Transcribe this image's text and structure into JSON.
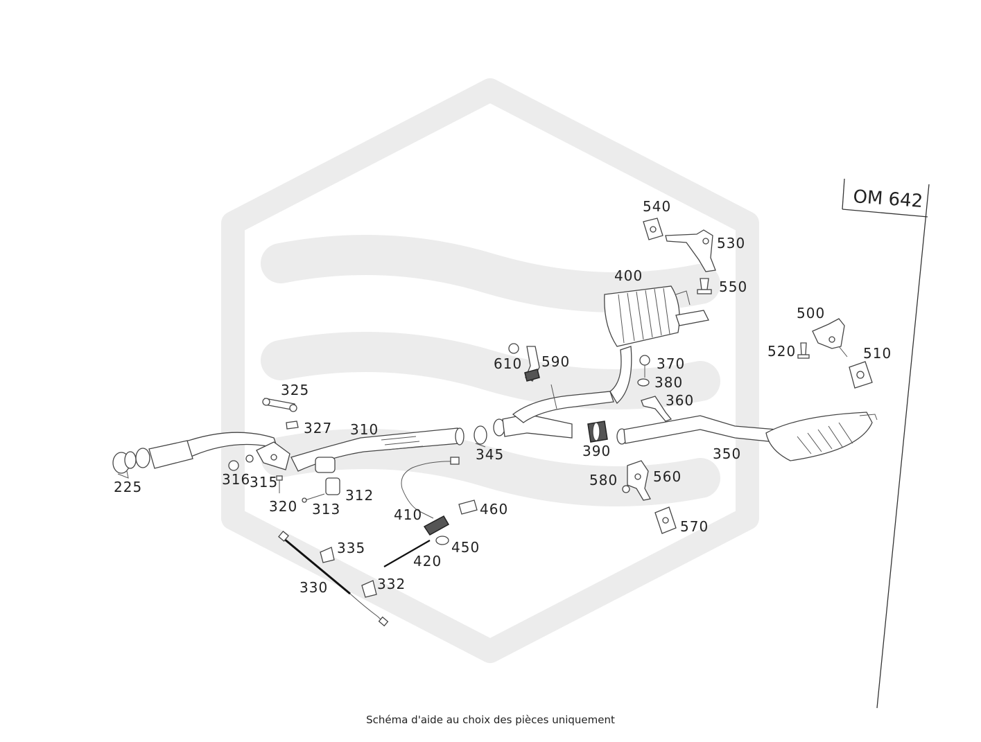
{
  "engine_label": "OM 642",
  "caption": "Schéma d'aide au choix des pièces uniquement",
  "part_numbers": {
    "p225": "225",
    "p310": "310",
    "p312": "312",
    "p313": "313",
    "p315": "315",
    "p316": "316",
    "p320": "320",
    "p325": "325",
    "p327": "327",
    "p330": "330",
    "p332": "332",
    "p335": "335",
    "p345": "345",
    "p350": "350",
    "p360": "360",
    "p370": "370",
    "p380": "380",
    "p390": "390",
    "p400": "400",
    "p410": "410",
    "p420": "420",
    "p450": "450",
    "p460": "460",
    "p500": "500",
    "p510": "510",
    "p520": "520",
    "p530": "530",
    "p540": "540",
    "p550": "550",
    "p560": "560",
    "p570": "570",
    "p580": "580",
    "p590": "590",
    "p610": "610"
  },
  "colors": {
    "watermark": "#ececec",
    "line": "#444444",
    "text": "#222222"
  }
}
